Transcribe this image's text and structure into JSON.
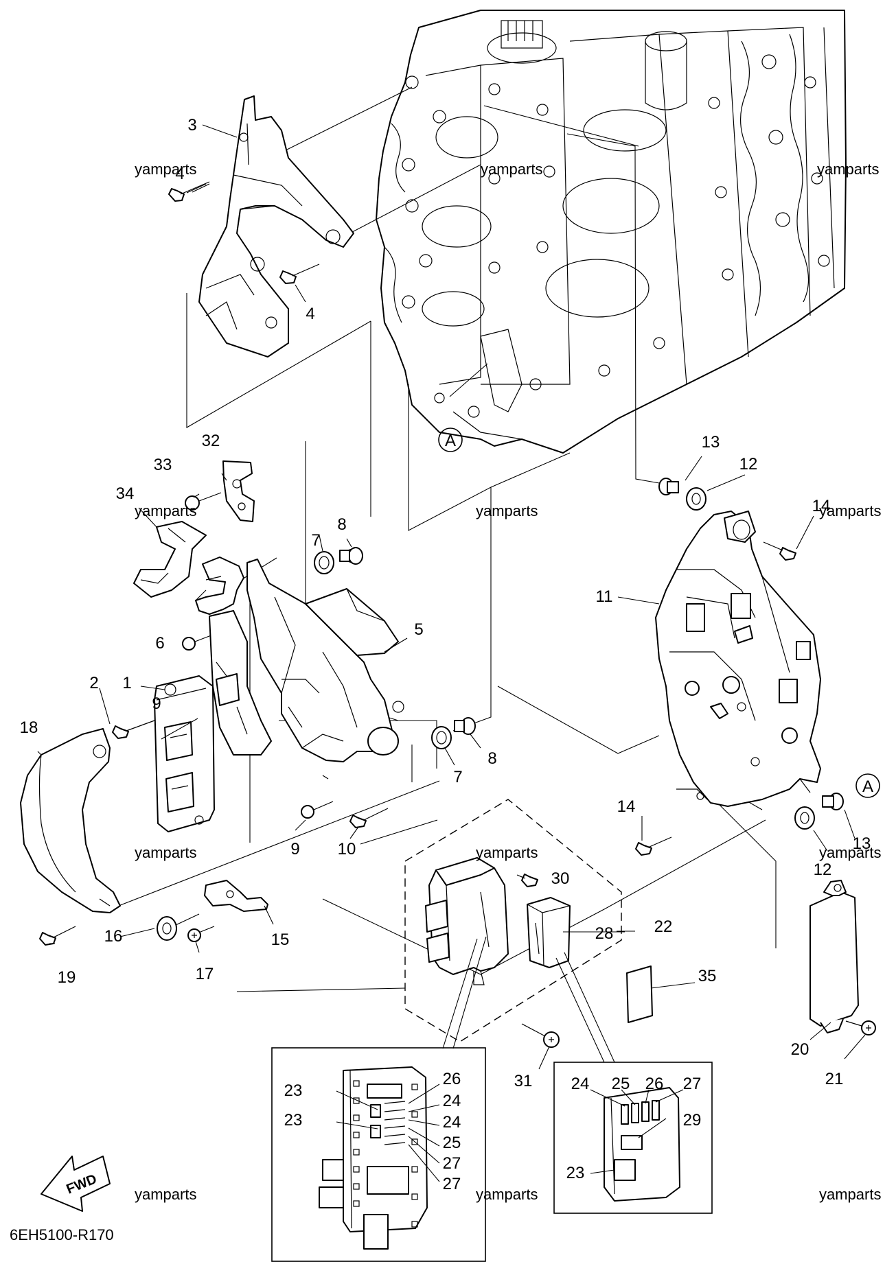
{
  "diagram": {
    "code": "6EH5100-R170",
    "watermark": "yamparts",
    "fwd_label": "FWD",
    "reference_marker": "A",
    "callouts": {
      "c1": "1",
      "c2": "2",
      "c3": "3",
      "c4a": "4",
      "c4b": "4",
      "c5": "5",
      "c6": "6",
      "c7a": "7",
      "c7b": "7",
      "c8a": "8",
      "c8b": "8",
      "c9a": "9",
      "c9b": "9",
      "c10": "10",
      "c11": "11",
      "c12a": "12",
      "c12b": "12",
      "c13a": "13",
      "c13b": "13",
      "c14a": "14",
      "c14b": "14",
      "c15": "15",
      "c16": "16",
      "c17": "17",
      "c18": "18",
      "c19": "19",
      "c20": "20",
      "c21": "21",
      "c22": "22",
      "c23a": "23",
      "c23b": "23",
      "c23c": "23",
      "c24a": "24",
      "c24b": "24",
      "c24c": "24",
      "c25a": "25",
      "c25b": "25",
      "c26a": "26",
      "c26b": "26",
      "c27a": "27",
      "c27b": "27",
      "c27c": "27",
      "c28": "28",
      "c29": "29",
      "c30": "30",
      "c31": "31",
      "c32": "32",
      "c33": "33",
      "c34": "34",
      "c35": "35"
    }
  }
}
